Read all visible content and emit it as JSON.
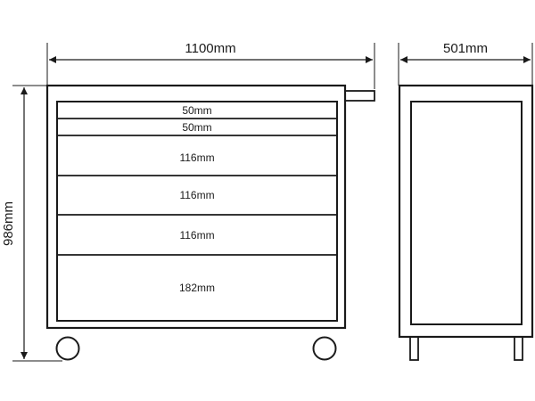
{
  "dimensions": {
    "width": "1100mm",
    "depth": "501mm",
    "height": "986mm"
  },
  "drawers": [
    {
      "height": "50mm"
    },
    {
      "height": "50mm"
    },
    {
      "height": "116mm"
    },
    {
      "height": "116mm"
    },
    {
      "height": "116mm"
    },
    {
      "height": "182mm"
    }
  ]
}
